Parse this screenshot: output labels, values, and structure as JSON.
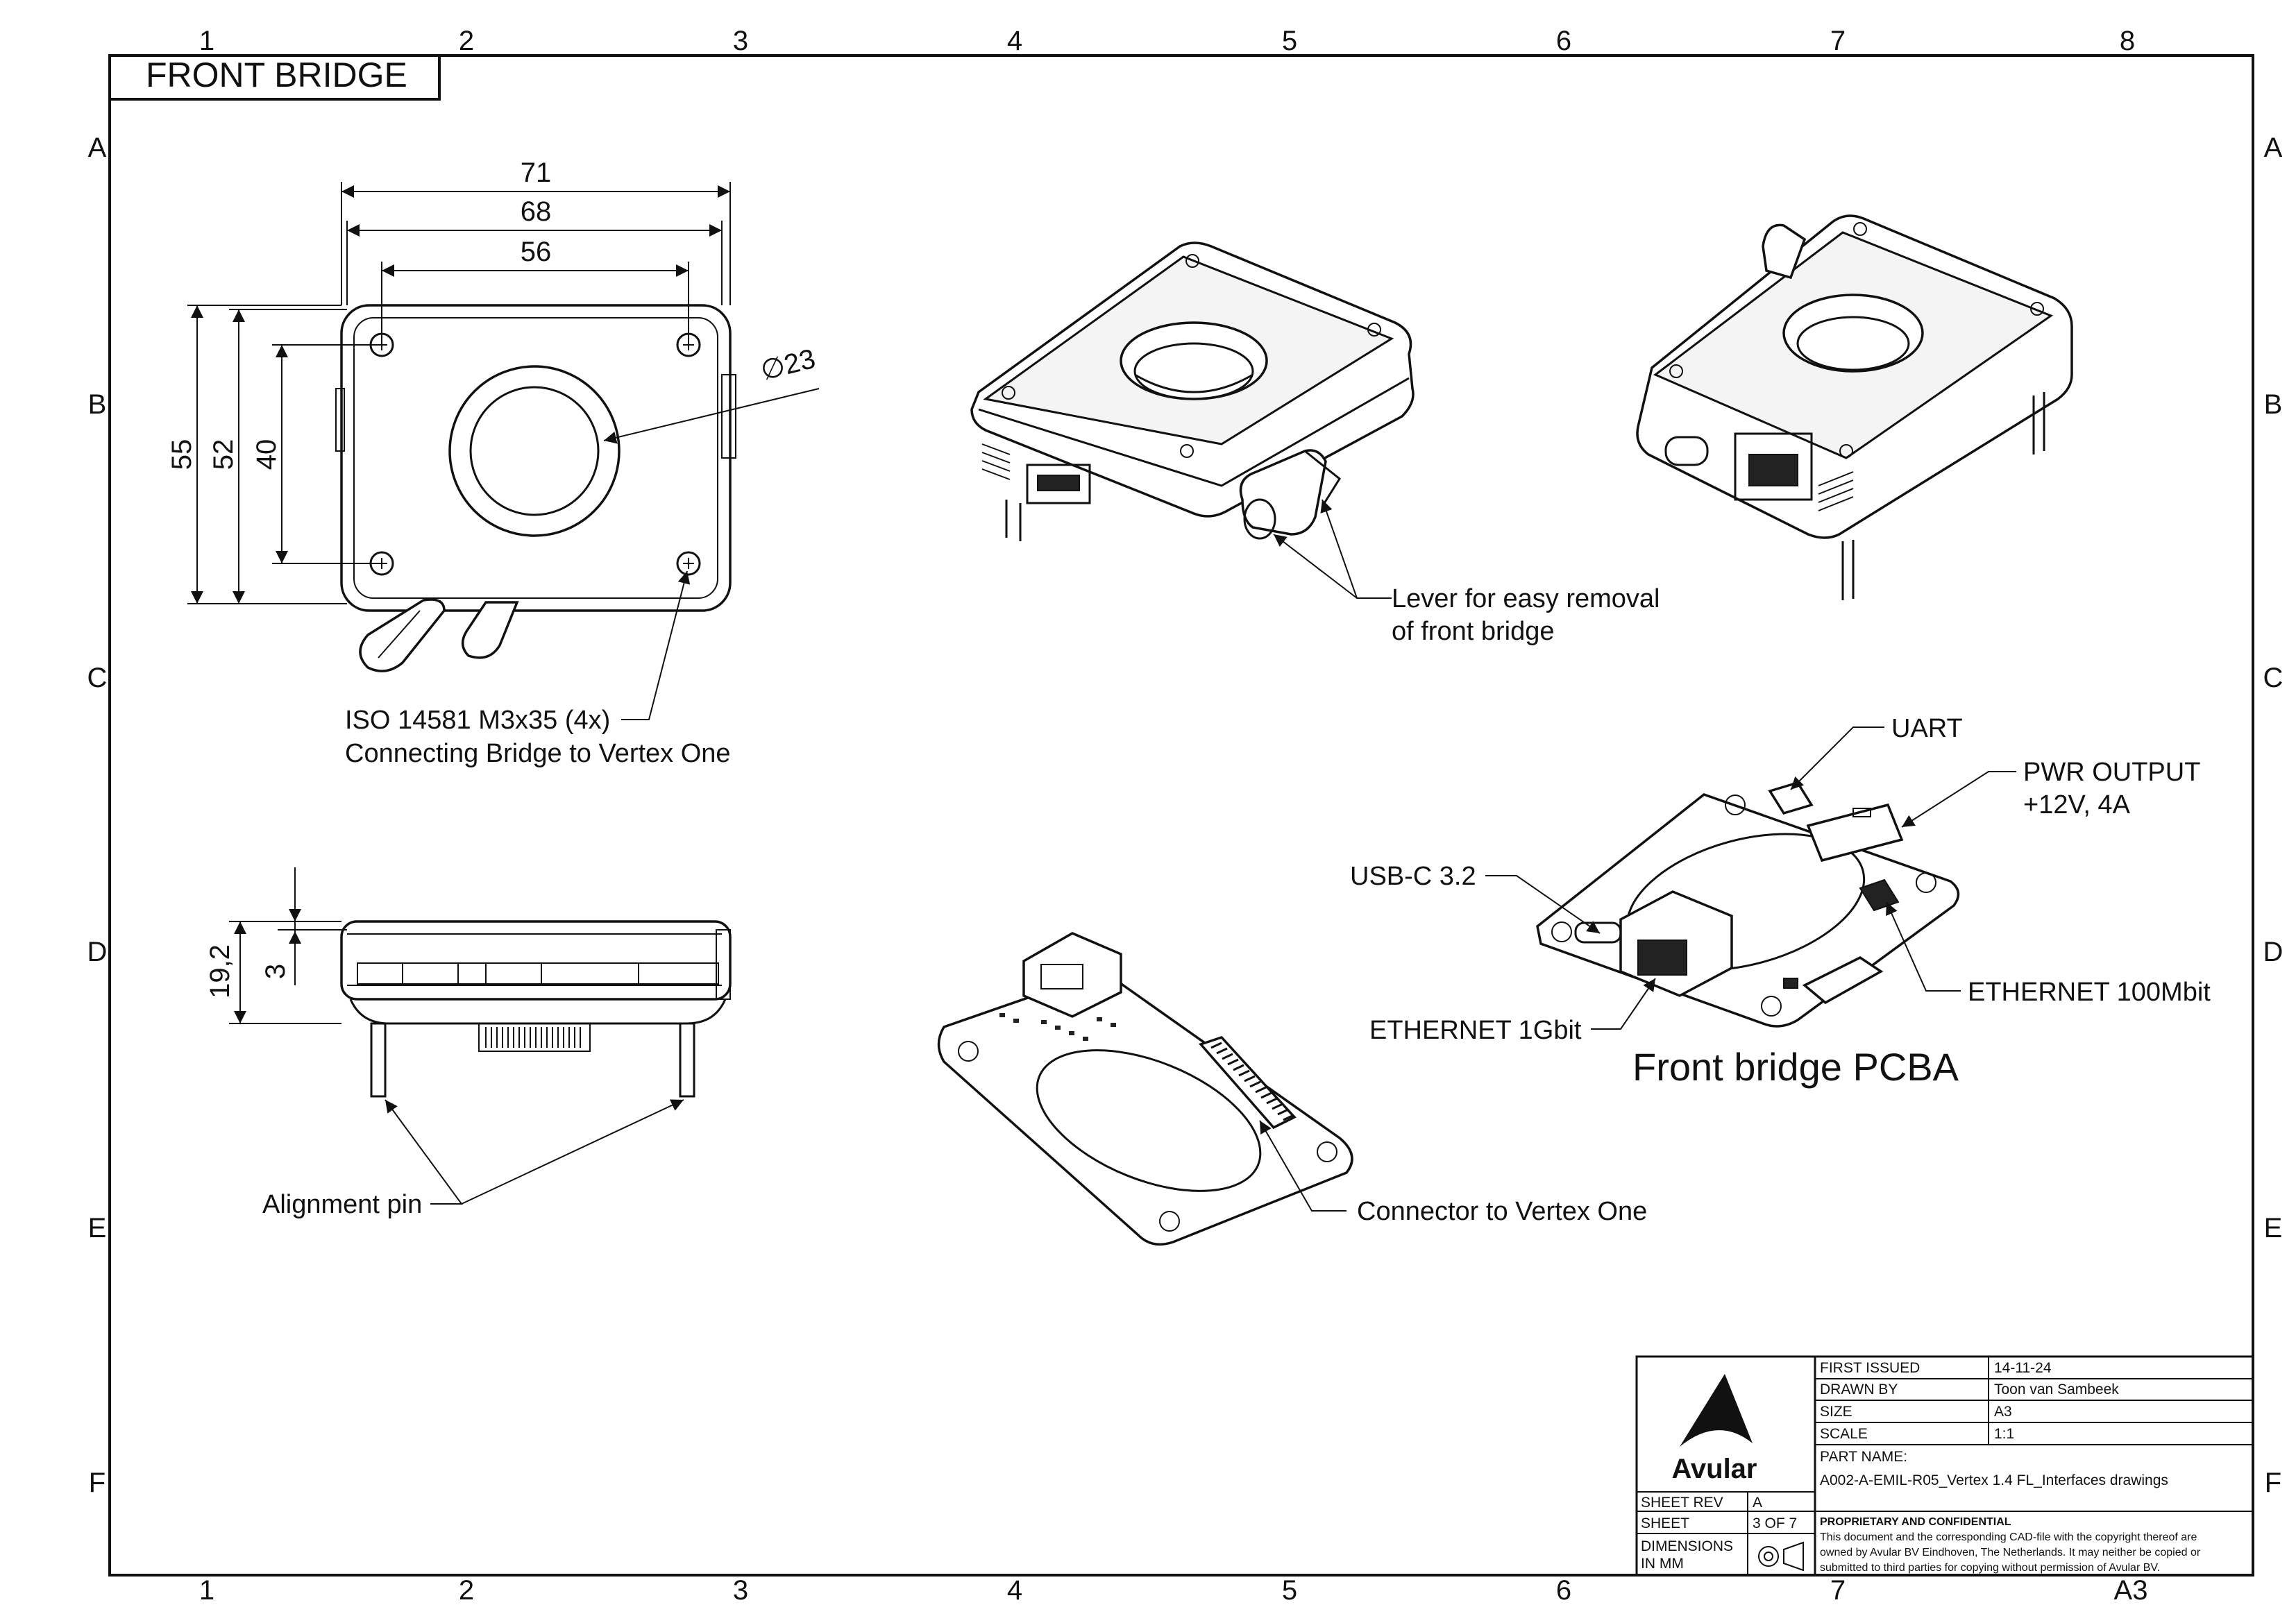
{
  "sheet": {
    "title": "FRONT BRIDGE",
    "col_labels": [
      "1",
      "2",
      "3",
      "4",
      "5",
      "6",
      "7",
      "8"
    ],
    "row_labels": [
      "A",
      "B",
      "C",
      "D",
      "E",
      "F"
    ],
    "footer_col_labels": [
      "1",
      "2",
      "3",
      "4",
      "5",
      "6",
      "7",
      "A3"
    ]
  },
  "dimensions": {
    "top": [
      "71",
      "68",
      "56"
    ],
    "diameter": "∅23",
    "left": [
      "55",
      "52",
      "40"
    ],
    "side_height": "19,2",
    "side_small": "3"
  },
  "callouts": {
    "screw_line1": "ISO 14581 M3x35 (4x)",
    "screw_line2": "Connecting Bridge to Vertex One",
    "lever_line1": "Lever for easy removal",
    "lever_line2": "of front bridge",
    "uart": "UART",
    "pwr_line1": "PWR OUTPUT",
    "pwr_line2": "+12V, 4A",
    "usbc": "USB-C 3.2",
    "eth100": "ETHERNET 100Mbit",
    "eth1g": "ETHERNET 1Gbit",
    "pcba_title": "Front bridge PCBA",
    "alignment": "Alignment pin",
    "connector": "Connector to Vertex One"
  },
  "title_block": {
    "logo_text": "Avular",
    "rows": [
      {
        "label": "FIRST ISSUED",
        "value": "14-11-24"
      },
      {
        "label": "DRAWN BY",
        "value": "Toon van Sambeek"
      },
      {
        "label": "SIZE",
        "value": "A3"
      },
      {
        "label": "SCALE",
        "value": "1:1"
      }
    ],
    "part_name_label": "PART NAME:",
    "part_name_value": "A002-A-EMIL-R05_Vertex 1.4 FL_Interfaces drawings",
    "sheet_rev_label": "SHEET REV",
    "sheet_rev_value": "A",
    "sheet_label": "SHEET",
    "sheet_value": "3 OF 7",
    "dimensions_label_1": "DIMENSIONS",
    "dimensions_label_2": "IN MM",
    "confidential_title": "PROPRIETARY AND CONFIDENTIAL",
    "confidential_1": "This document and the corresponding CAD-file with the copyright thereof are",
    "confidential_2": "owned by Avular BV Eindhoven, The Netherlands. It may neither be copied or",
    "confidential_3": "submitted to third parties for copying without permission of Avular BV."
  }
}
